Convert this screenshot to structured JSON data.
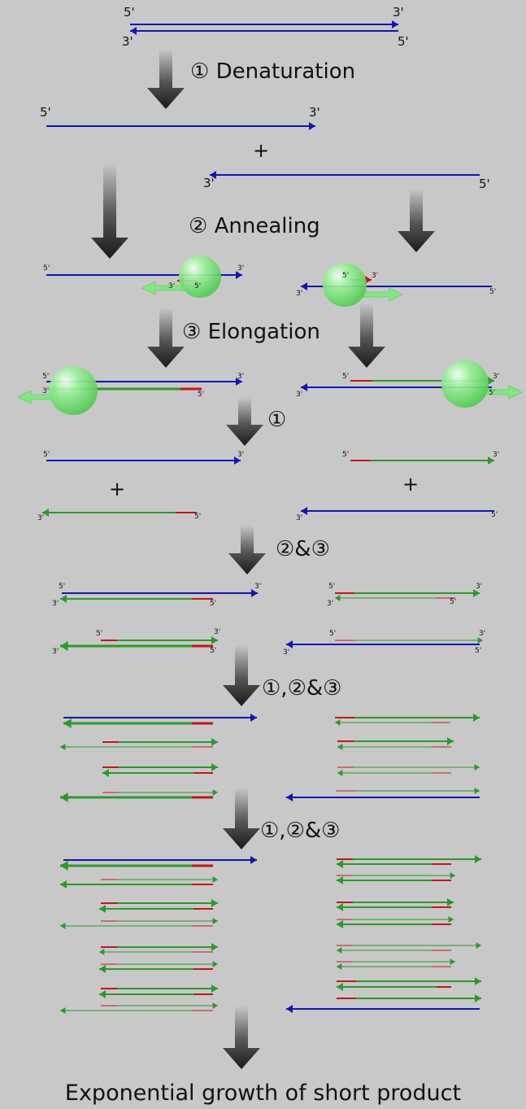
{
  "colors": {
    "background": "#c8c8c8",
    "template_strand": "#1414b4",
    "new_strand": "#2a9a2a",
    "primer": "#c81414",
    "polymerase": "#7fe87f",
    "arrow_dark": "#1a1a1a"
  },
  "labels": {
    "five_prime": "5'",
    "three_prime": "3'",
    "plus": "+"
  },
  "steps": {
    "denaturation": "① Denaturation",
    "annealing": "② Annealing",
    "elongation": "③  Elongation",
    "cycle1": "①",
    "cycle23": "②&③",
    "cycle123_a": "①,②&③",
    "cycle123_b": "①,②&③"
  },
  "caption": "Exponential growth of short product"
}
